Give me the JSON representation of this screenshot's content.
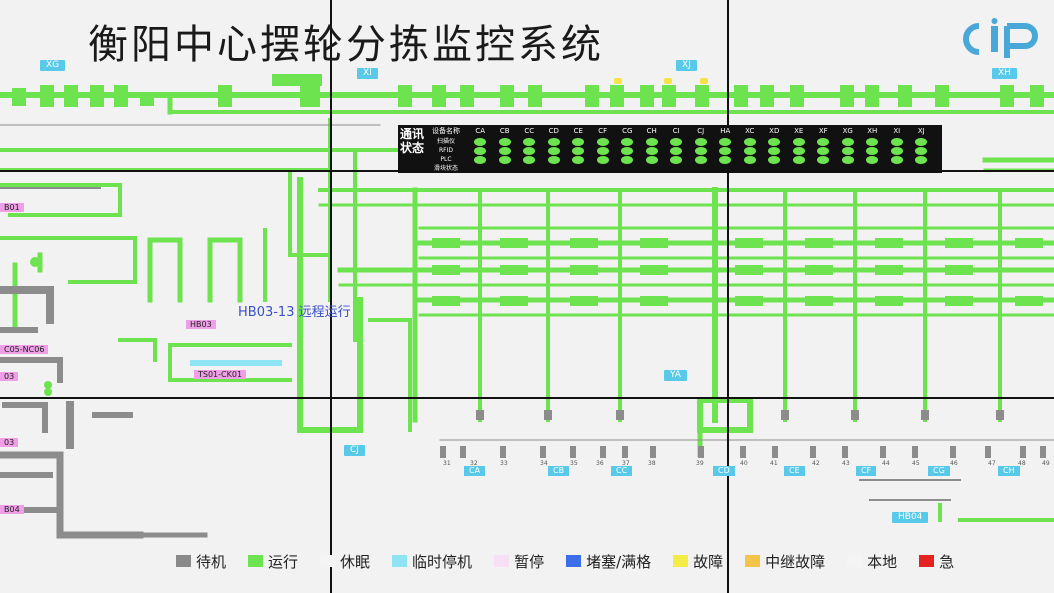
{
  "title": "衡阳中心摆轮分拣监控系统",
  "logo_text": "cip",
  "zones_top": [
    "XG",
    "XI",
    "XJ",
    "XH"
  ],
  "remote_label": "HB03-13 远程运行",
  "pink_labels": [
    "B01",
    "HB03",
    "C05-NC06",
    "TS01-CK01",
    "03",
    "03",
    "B04"
  ],
  "cyan_labels": [
    "YA",
    "CJ",
    "HB04"
  ],
  "chute_labels": [
    "CA",
    "CB",
    "CC",
    "CD",
    "CE",
    "CF",
    "CG",
    "CH"
  ],
  "chute_numbers": [
    "31",
    "32",
    "33",
    "34",
    "35",
    "36",
    "37",
    "38",
    "39",
    "40",
    "41",
    "42",
    "43",
    "44",
    "45",
    "46",
    "47",
    "48",
    "49"
  ],
  "comm": {
    "vertical_label": "通讯状态",
    "first_col": "设备名称",
    "headers": [
      "CA",
      "CB",
      "CC",
      "CD",
      "CE",
      "CF",
      "CG",
      "CH",
      "CI",
      "CJ",
      "HA",
      "XC",
      "XD",
      "XE",
      "XF",
      "XG",
      "XH",
      "XI",
      "XJ"
    ],
    "rows": [
      "扫描仪",
      "RFID",
      "PLC",
      "滑块状态"
    ]
  },
  "legend": [
    {
      "label": "待机",
      "color": "#8a8a8a"
    },
    {
      "label": "运行",
      "color": "#6de34f"
    },
    {
      "label": "休眠",
      "color": "#f4f4f4"
    },
    {
      "label": "临时停机",
      "color": "#8fe4f4"
    },
    {
      "label": "暂停",
      "color": "#f7dff6"
    },
    {
      "label": "堵塞/满格",
      "color": "#3c6ee8"
    },
    {
      "label": "故障",
      "color": "#f4ec46"
    },
    {
      "label": "中继故障",
      "color": "#f4c44a"
    },
    {
      "label": "本地",
      "color": "#f4f4f4"
    },
    {
      "label": "急",
      "color": "#e42222"
    }
  ]
}
